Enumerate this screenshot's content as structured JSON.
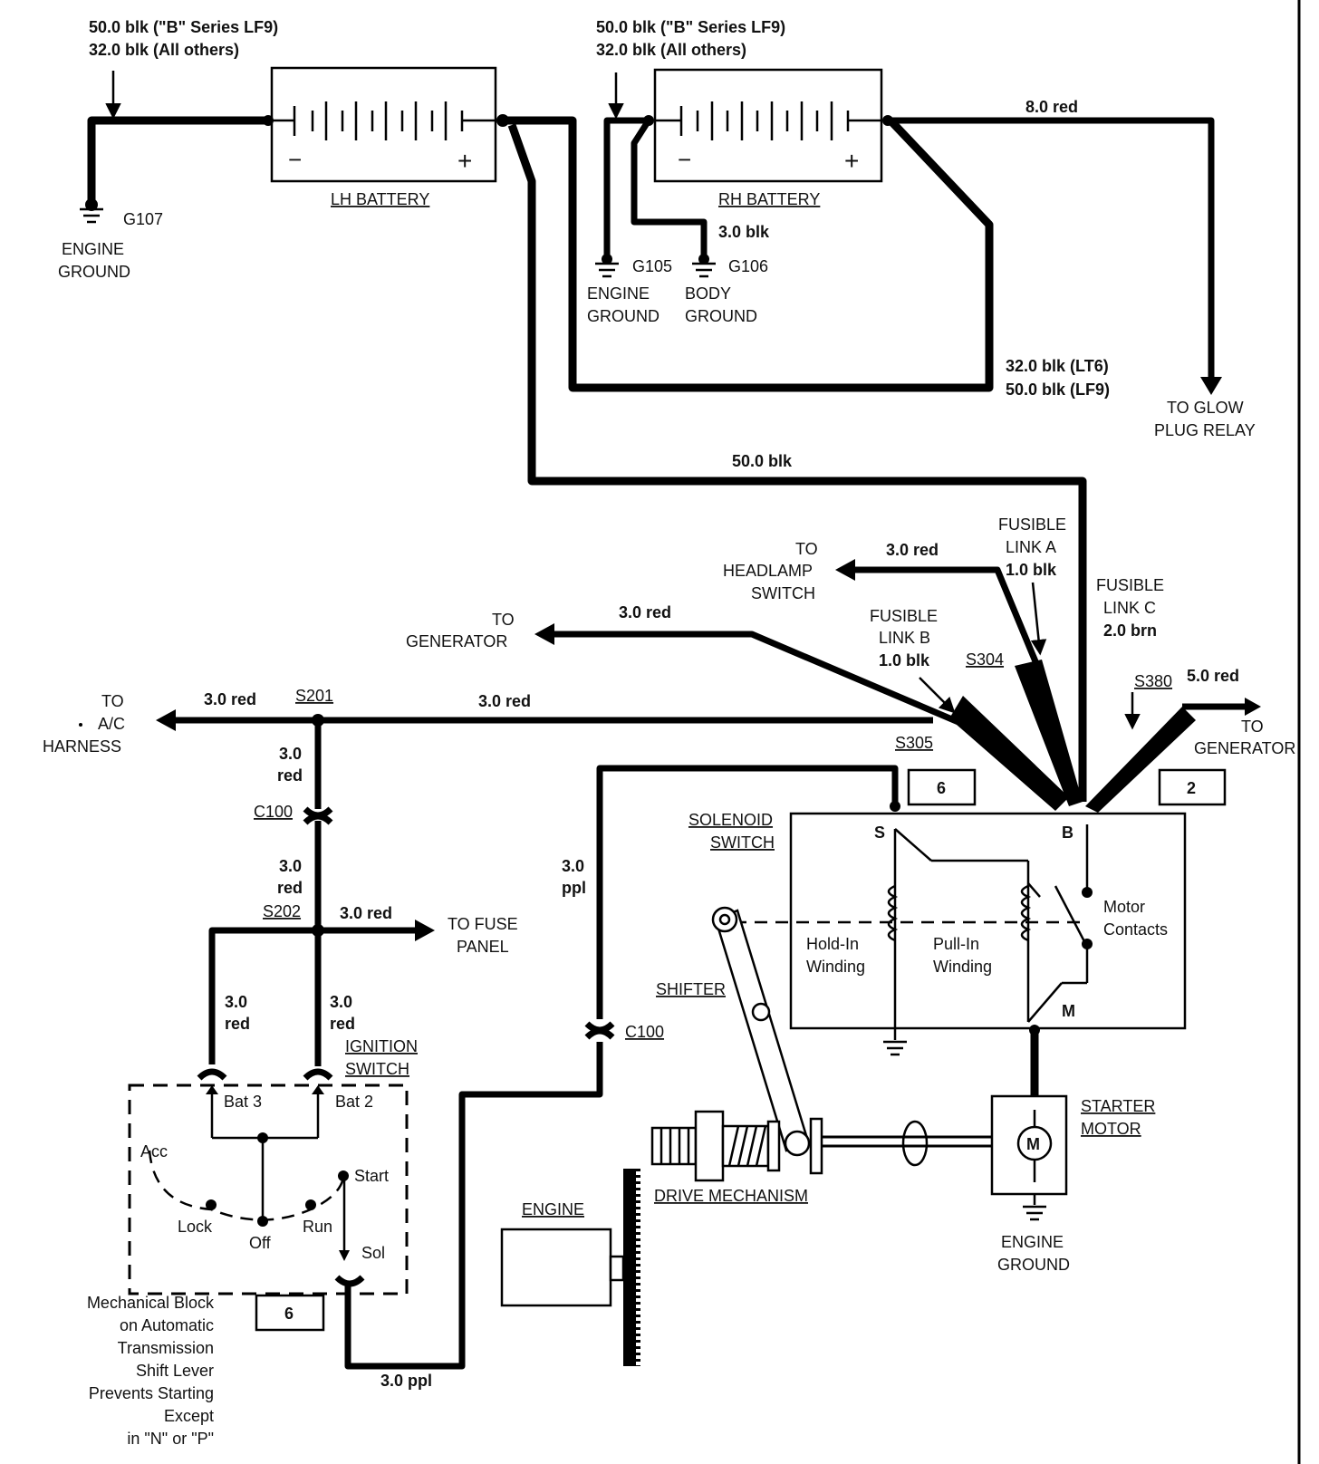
{
  "batteries": {
    "lh": {
      "name": "LH BATTERY",
      "neg": "−",
      "pos": "+",
      "wire_line1": "50.0 blk (\"B\" Series LF9)",
      "wire_line2": "32.0 blk (All others)",
      "ground_id": "G107",
      "ground_line1": "ENGINE",
      "ground_line2": "GROUND"
    },
    "rh": {
      "name": "RH BATTERY",
      "neg": "−",
      "pos": "+",
      "wire_line1": "50.0 blk (\"B\" Series LF9)",
      "wire_line2": "32.0 blk (All others)",
      "body_wire": "3.0 blk",
      "ground1_id": "G105",
      "ground1_line1": "ENGINE",
      "ground1_line2": "GROUND",
      "ground2_id": "G106",
      "ground2_line1": "BODY",
      "ground2_line2": "GROUND"
    }
  },
  "wires": {
    "glow_wire": "8.0 red",
    "glow_line1": "TO GLOW",
    "glow_line2": "PLUG RELAY",
    "rh_return_line1": "32.0 blk (LT6)",
    "rh_return_line2": "50.0 blk (LF9)",
    "main_feed": "50.0 blk",
    "headlamp_wire": "3.0 red",
    "headlamp_line1": "TO",
    "headlamp_line2": "HEADLAMP",
    "headlamp_line3": "SWITCH",
    "generator_wire": "3.0 red",
    "generator_line1": "TO",
    "generator_line2": "GENERATOR",
    "ac_wire": "3.0 red",
    "ac_line1": "TO",
    "ac_line2": "A/C",
    "ac_line3": "HARNESS",
    "s201_wire": "3.0 red",
    "down1_a": "3.0",
    "down1_b": "red",
    "down2_a": "3.0",
    "down2_b": "red",
    "fuse_wire": "3.0 red",
    "fuse_line1": "TO FUSE",
    "fuse_line2": "PANEL",
    "bat3_wire_a": "3.0",
    "bat3_wire_b": "red",
    "bat2_wire_a": "3.0",
    "bat2_wire_b": "red",
    "ppl_up_a": "3.0",
    "ppl_up_b": "ppl",
    "ppl_bottom": "3.0 ppl",
    "gen2_wire": "5.0 red",
    "gen2_line1": "TO",
    "gen2_line2": "GENERATOR"
  },
  "splices": {
    "s201": "S201",
    "s202": "S202",
    "s304": "S304",
    "s305": "S305",
    "s380": "S380",
    "c100_left": "C100",
    "c100_right": "C100"
  },
  "fusible_links": {
    "a_line1": "FUSIBLE",
    "a_line2": "LINK A",
    "a_line3": "1.0 blk",
    "b_line1": "FUSIBLE",
    "b_line2": "LINK B",
    "b_line3": "1.0 blk",
    "c_line1": "FUSIBLE",
    "c_line2": "LINK C",
    "c_line3": "2.0 brn"
  },
  "references": {
    "box_6_top": "6",
    "box_2": "2",
    "box_6_bottom": "6"
  },
  "solenoid": {
    "title_line1": "SOLENOID",
    "title_line2": "SWITCH",
    "terminal_s": "S",
    "terminal_b": "B",
    "terminal_m": "M",
    "hold_line1": "Hold-In",
    "hold_line2": "Winding",
    "pull_line1": "Pull-In",
    "pull_line2": "Winding",
    "contacts_line1": "Motor",
    "contacts_line2": "Contacts"
  },
  "ignition": {
    "title_line1": "IGNITION",
    "title_line2": "SWITCH",
    "bat3": "Bat 3",
    "bat2": "Bat 2",
    "acc": "Acc",
    "lock": "Lock",
    "off": "Off",
    "run": "Run",
    "start": "Start",
    "sol": "Sol"
  },
  "mechanical": {
    "shifter": "SHIFTER",
    "drive": "DRIVE MECHANISM",
    "engine": "ENGINE",
    "starter_line1": "STARTER",
    "starter_line2": "MOTOR",
    "motor_symbol": "M",
    "starter_ground_line1": "ENGINE",
    "starter_ground_line2": "GROUND"
  },
  "note": {
    "line1": "Mechanical Block",
    "line2": "on Automatic",
    "line3": "Transmission",
    "line4": "Shift Lever",
    "line5": "Prevents Starting",
    "line6": "Except",
    "line7": "in \"N\" or \"P\""
  }
}
